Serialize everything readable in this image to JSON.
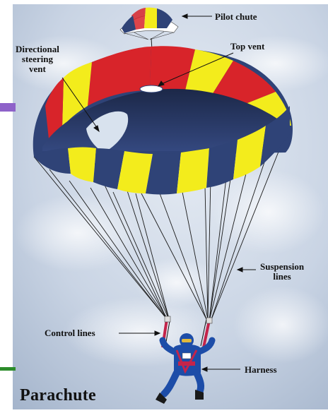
{
  "figure": {
    "title": "Parachute",
    "labels": {
      "pilot_chute": "Pilot chute",
      "top_vent": "Top vent",
      "directional_vent": [
        "Directional",
        "steering",
        "vent"
      ],
      "suspension_lines": [
        "Suspension",
        "lines"
      ],
      "control_lines": "Control lines",
      "harness": "Harness"
    }
  },
  "colors": {
    "sky": "#c7d3e4",
    "canopy_red": "#d8242a",
    "canopy_yellow": "#f3ec1c",
    "canopy_blue": "#2f4377",
    "canopy_underside": "#243257",
    "slide_purple": "#8e62c9",
    "slide_green": "#2c8c2a",
    "jumpsuit": "#1d4da8",
    "harness_strap": "#c4244a"
  }
}
